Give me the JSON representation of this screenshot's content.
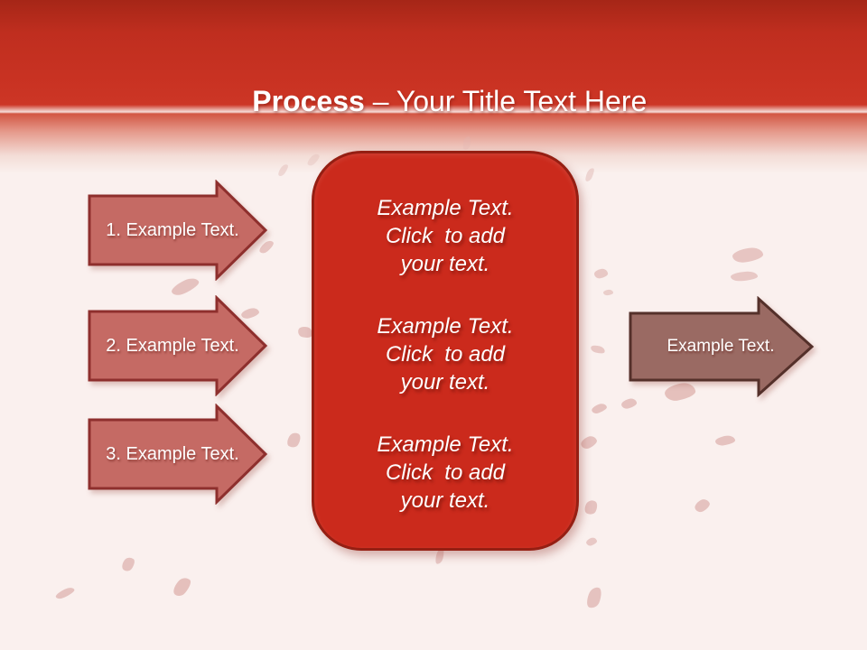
{
  "title": {
    "bold": "Process",
    "rest": " – Your Title Text Here"
  },
  "left_arrows": [
    {
      "label": "1. Example Text."
    },
    {
      "label": "2. Example Text."
    },
    {
      "label": "3. Example Text."
    }
  ],
  "center_box": {
    "paragraphs": [
      {
        "lines": [
          "Example Text.",
          "Click  to add",
          "your text."
        ]
      },
      {
        "lines": [
          "Example Text.",
          "Click  to add",
          "your text."
        ]
      },
      {
        "lines": [
          "Example Text.",
          "Click  to add",
          "your text."
        ]
      }
    ]
  },
  "right_arrow": {
    "label": "Example Text."
  },
  "colors": {
    "background": "#faf0ee",
    "header_red": "#ca3323",
    "title_text": "#ffffff",
    "left_arrow_fill": "#c56a64",
    "left_arrow_border": "#8e2f2d",
    "center_box_fill": "#cb2a1c",
    "center_box_border": "#951f13",
    "right_arrow_fill": "#9a6a63",
    "right_arrow_border": "#54302a",
    "petal": "#e0b7b3"
  }
}
